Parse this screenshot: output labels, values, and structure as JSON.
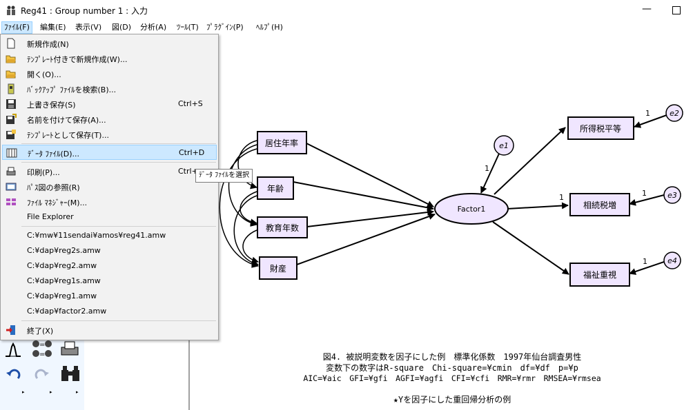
{
  "window": {
    "title": "Reg41 : Group number 1 : 入力"
  },
  "menubar": {
    "items": [
      {
        "label": "ﾌｧｲﾙ(F)"
      },
      {
        "label": "編集(E)"
      },
      {
        "label": "表示(V)"
      },
      {
        "label": "図(D)"
      },
      {
        "label": "分析(A)"
      },
      {
        "label": "ﾂｰﾙ(T)"
      },
      {
        "label": "ﾌﾟﾗｸﾞｲﾝ(P)"
      },
      {
        "label": "ﾍﾙﾌﾟ(H)"
      }
    ]
  },
  "file_menu": {
    "items": [
      {
        "label": "新規作成(N)",
        "shortcut": "",
        "icon": "new-file-icon"
      },
      {
        "label": "ﾃﾝﾌﾟﾚｰﾄ付きで新規作成(W)...",
        "shortcut": "",
        "icon": "open-folder-icon"
      },
      {
        "label": "開く(O)...",
        "shortcut": "",
        "icon": "open-folder-icon"
      },
      {
        "label": "ﾊﾞｯｸｱｯﾌﾟ ﾌｧｲﾙを検索(B)...",
        "shortcut": "",
        "icon": "backup-icon"
      },
      {
        "label": "上書き保存(S)",
        "shortcut": "Ctrl+S",
        "icon": "save-icon"
      },
      {
        "label": "名前を付けて保存(A)...",
        "shortcut": "",
        "icon": "save-as-icon"
      },
      {
        "label": "ﾃﾝﾌﾟﾚｰﾄとして保存(T)...",
        "shortcut": "",
        "icon": "save-template-icon"
      },
      {
        "label": "ﾃﾞｰﾀ ﾌｧｲﾙ(D)...",
        "shortcut": "Ctrl+D",
        "icon": "data-file-icon"
      },
      {
        "label": "印刷(P)...",
        "shortcut": "Ctrl+",
        "icon": "print-icon"
      },
      {
        "label": "ﾊﾟｽ図の参照(R)",
        "shortcut": "",
        "icon": "browse-icon"
      },
      {
        "label": "ﾌｧｲﾙ ﾏﾈｼﾞｬｰ(M)...",
        "shortcut": "",
        "icon": "file-manager-icon"
      },
      {
        "label": "File Explorer",
        "shortcut": "",
        "icon": ""
      },
      {
        "label": "C:¥mw¥11sendai¥amos¥reg41.amw",
        "shortcut": "",
        "icon": ""
      },
      {
        "label": "C:¥dap¥reg2s.amw",
        "shortcut": "",
        "icon": ""
      },
      {
        "label": "C:¥dap¥reg2.amw",
        "shortcut": "",
        "icon": ""
      },
      {
        "label": "C:¥dap¥reg1s.amw",
        "shortcut": "",
        "icon": ""
      },
      {
        "label": "C:¥dap¥reg1.amw",
        "shortcut": "",
        "icon": ""
      },
      {
        "label": "C:¥dap¥factor2.amw",
        "shortcut": "",
        "icon": ""
      },
      {
        "label": "終了(X)",
        "shortcut": "",
        "icon": "exit-icon"
      }
    ],
    "highlighted_index": 7
  },
  "tooltip": {
    "text": "ﾃﾞｰﾀ ﾌｧｲﾙを選択"
  },
  "diagram": {
    "observed": [
      {
        "label": "居住年率"
      },
      {
        "label": "年齢"
      },
      {
        "label": "教育年数"
      },
      {
        "label": "財産"
      },
      {
        "label": "所得税平等"
      },
      {
        "label": "相続税増"
      },
      {
        "label": "福祉重視"
      }
    ],
    "latent": {
      "label": "Factor1"
    },
    "errors": [
      {
        "label": "e1"
      },
      {
        "label": "e2"
      },
      {
        "label": "e3"
      },
      {
        "label": "e4"
      }
    ],
    "path_label": "1"
  },
  "caption": {
    "line1": "図4. 被説明変数を因子にした例　標準化係数　1997年仙台調査男性",
    "line2": "変数下の数字はR-square　Chi-square=¥cmin　df=¥df　p=¥p",
    "line3": "AIC=¥aic　GFI=¥gfi　AGFI=¥agfi　CFI=¥cfi　RMR=¥rmr　RMSEA=¥rmsea",
    "line4": "★Yを因子にした重回帰分析の例"
  },
  "colors": {
    "box_fill": "#f0e6ff",
    "highlight": "#cce8ff",
    "panel": "#f0f7ff"
  }
}
